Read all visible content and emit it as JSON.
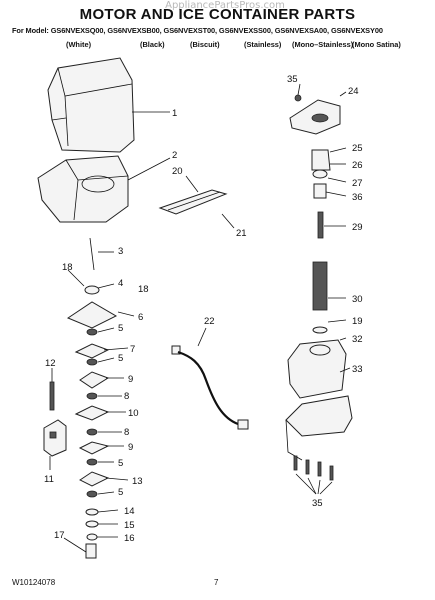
{
  "watermark": "AppliancePartsPros.com",
  "title": "MOTOR AND ICE CONTAINER PARTS",
  "models_line": "For Model: GS6NVEXSQ00, GS6NVEXSB00, GS6NVEXST00, GS6NVEXSS00, GS6NVEXSA00, GS6NVEXSY00",
  "finishes": [
    "(White)",
    "(Black)",
    "(Biscuit)",
    "(Stainless)",
    "(Mono–Stainless)",
    "(Mono Satina)"
  ],
  "callouts": {
    "c1": "1",
    "c2": "2",
    "c3": "3",
    "c4": "4",
    "c5a": "5",
    "c5b": "5",
    "c5c": "5",
    "c5d": "5",
    "c6": "6",
    "c7": "7",
    "c8a": "8",
    "c8b": "8",
    "c9a": "9",
    "c9b": "9",
    "c10": "10",
    "c11": "11",
    "c12": "12",
    "c13": "13",
    "c14": "14",
    "c15": "15",
    "c16": "16",
    "c17": "17",
    "c18a": "18",
    "c18b": "18",
    "c19": "19",
    "c20": "20",
    "c21": "21",
    "c22": "22",
    "c24": "24",
    "c25": "25",
    "c26": "26",
    "c27": "27",
    "c29": "29",
    "c30": "30",
    "c32": "32",
    "c33": "33",
    "c35a": "35",
    "c35b": "35",
    "c36": "36"
  },
  "footer": {
    "doc_number": "W10124078",
    "page_number": "7"
  }
}
